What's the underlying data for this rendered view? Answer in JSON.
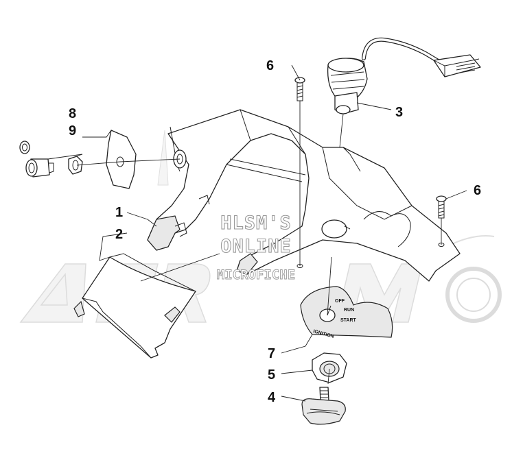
{
  "watermark": {
    "lines": [
      "HLSM'S",
      "ONLINE",
      "MICROFICHE"
    ]
  },
  "callouts": [
    {
      "id": "c1",
      "label": "1"
    },
    {
      "id": "c2",
      "label": "2"
    },
    {
      "id": "c3",
      "label": "3"
    },
    {
      "id": "c4",
      "label": "4"
    },
    {
      "id": "c5",
      "label": "5"
    },
    {
      "id": "c6a",
      "label": "6"
    },
    {
      "id": "c6b",
      "label": "6"
    },
    {
      "id": "c7",
      "label": "7"
    },
    {
      "id": "c8",
      "label": "8"
    },
    {
      "id": "c9",
      "label": "9"
    }
  ],
  "ignition_plate": {
    "off": "OFF",
    "run": "RUN",
    "start": "START",
    "ignition": "IGNITION"
  },
  "colors": {
    "line": "#222222",
    "watermark_stroke": "#9a9a9a",
    "background_logo": "#f0f0f0"
  }
}
